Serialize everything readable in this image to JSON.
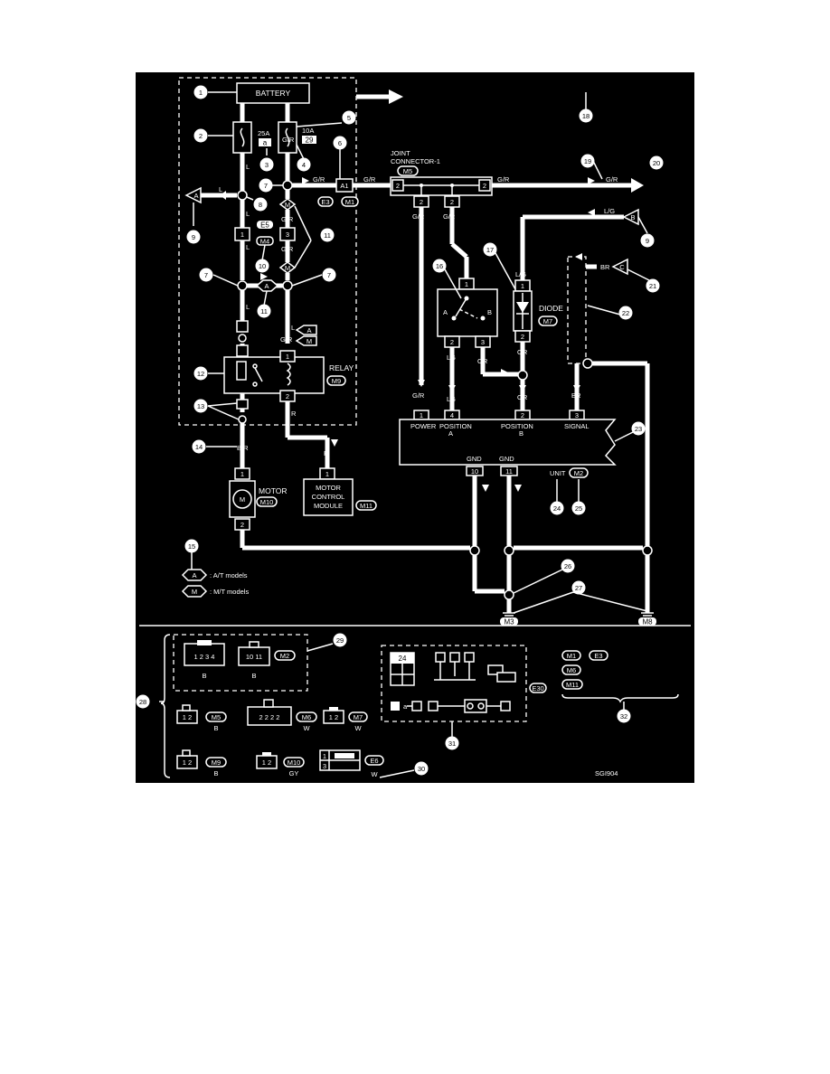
{
  "labels": {
    "battery": "BATTERY",
    "fuse_25a": "25A",
    "fuse_25a_tag": "a",
    "fuse_10a": "10A",
    "fuse_10a_tag": "29",
    "joint_connector_line1": "JOINT",
    "joint_connector_line2": "CONNECTOR-1",
    "relay": "RELAY",
    "diode": "DIODE",
    "motor": "MOTOR",
    "motor_control_line1": "MOTOR",
    "motor_control_line2": "CONTROL",
    "motor_control_line3": "MODULE",
    "switch_a": "A",
    "switch_b": "B",
    "unit": "UNIT",
    "unit_power": "POWER",
    "unit_position_a_line1": "POSITION",
    "unit_position_a_line2": "A",
    "unit_position_b_line1": "POSITION",
    "unit_position_b_line2": "B",
    "unit_signal": "SIGNAL",
    "gnd_left": "GND",
    "gnd_right": "GND",
    "legend_at": ": A/T models",
    "legend_mt": ": M/T models",
    "figure_code": "SGI904"
  },
  "wires": {
    "l": "L",
    "gr": "G/R",
    "lg_slash": "L/G",
    "br": "BR",
    "b": "B",
    "br_slash": "B/R",
    "r": "R",
    "lg": "LG",
    "or": "OR"
  },
  "connectors": {
    "a1": "A1",
    "e3": "E3",
    "m1": "M1",
    "m5": "M5",
    "e5": "E5",
    "m4": "M4",
    "m9": "M9",
    "m7": "M7",
    "m10": "M10",
    "m11": "M11",
    "m2": "M2",
    "m3": "M3",
    "m8": "M8",
    "m6": "M6",
    "e30": "E30",
    "e6": "E6"
  },
  "flags": {
    "a": "A",
    "m": "M",
    "b": "B",
    "c": "C"
  },
  "pins": {
    "p1": "1",
    "p2": "2",
    "p3": "3",
    "p4": "4",
    "p10": "10",
    "p11": "11",
    "p24": "24",
    "pa": "a",
    "p10_11": "10 11",
    "p2222": "2 2 2 2",
    "p1234": "1 2 3 4",
    "p12": "1 2"
  },
  "connector_colors": {
    "b": "B",
    "w": "W",
    "gy": "GY"
  },
  "callouts": [
    "1",
    "2",
    "3",
    "4",
    "5",
    "6",
    "7",
    "8",
    "9",
    "10",
    "11",
    "12",
    "13",
    "14",
    "15",
    "16",
    "17",
    "18",
    "19",
    "20",
    "21",
    "22",
    "23",
    "24",
    "25",
    "26",
    "27",
    "28",
    "29",
    "30",
    "31",
    "32"
  ],
  "colors": {
    "background": "#000000",
    "ink": "#ffffff",
    "page": "#ffffff"
  }
}
